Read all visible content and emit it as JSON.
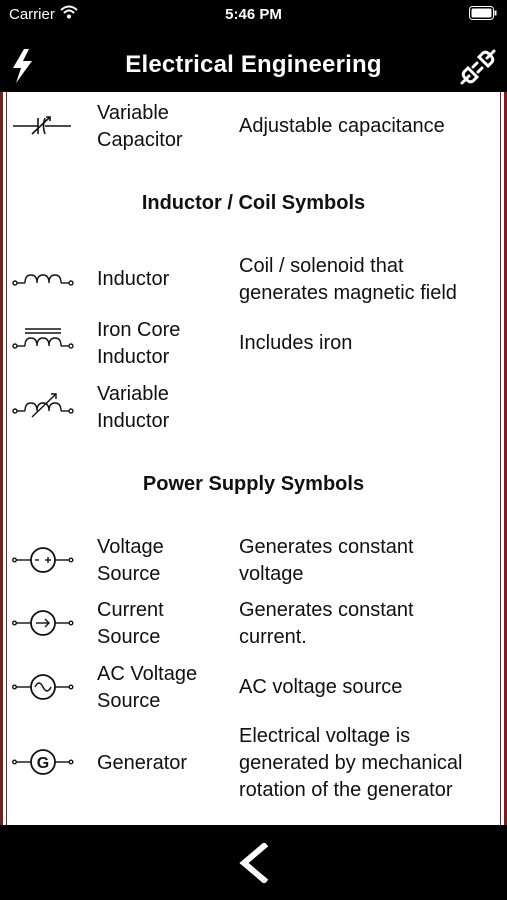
{
  "status": {
    "carrier": "Carrier",
    "time": "5:46 PM"
  },
  "nav": {
    "title": "Electrical Engineering",
    "left_icon": "lightning-bolt-icon",
    "right_icon": "plug-icon"
  },
  "sections": {
    "inductor_heading": "Inductor / Coil Symbols",
    "power_heading": "Power Supply Symbols"
  },
  "rows": [
    {
      "name_1": "Variable",
      "name_2": "Capacitor",
      "desc_1": "Adjustable capacitance",
      "desc_2": "",
      "desc_3": ""
    },
    {
      "name_1": "Inductor",
      "name_2": "",
      "desc_1": "Coil / solenoid that",
      "desc_2": "generates magnetic field",
      "desc_3": ""
    },
    {
      "name_1": "Iron Core",
      "name_2": "Inductor",
      "desc_1": "Includes iron",
      "desc_2": "",
      "desc_3": ""
    },
    {
      "name_1": "Variable",
      "name_2": "Inductor",
      "desc_1": "",
      "desc_2": "",
      "desc_3": ""
    },
    {
      "name_1": "Voltage",
      "name_2": "Source",
      "desc_1": "Generates constant",
      "desc_2": "voltage",
      "desc_3": ""
    },
    {
      "name_1": "Current",
      "name_2": "Source",
      "desc_1": "Generates constant",
      "desc_2": "current.",
      "desc_3": ""
    },
    {
      "name_1": "AC Voltage",
      "name_2": "Source",
      "desc_1": "AC voltage source",
      "desc_2": "",
      "desc_3": ""
    },
    {
      "name_1": "Generator",
      "name_2": "",
      "desc_1": "Electrical voltage is",
      "desc_2": "generated by mechanical",
      "desc_3": "rotation of the generator"
    }
  ],
  "icons": [
    "variable-capacitor-symbol-icon",
    "inductor-symbol-icon",
    "iron-core-inductor-symbol-icon",
    "variable-inductor-symbol-icon",
    "voltage-source-symbol-icon",
    "current-source-symbol-icon",
    "ac-voltage-source-symbol-icon",
    "generator-symbol-icon",
    "back-chevron-icon"
  ]
}
